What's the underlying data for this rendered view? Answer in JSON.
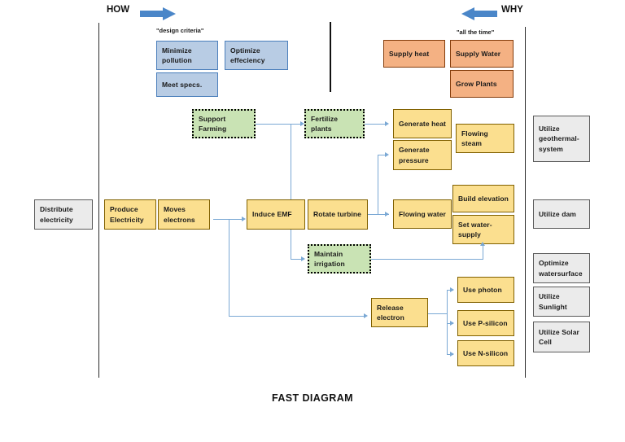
{
  "title": "FAST DIAGRAM",
  "directions": {
    "how": {
      "label": "HOW",
      "icon": "arrow-right-icon"
    },
    "why": {
      "label": "WHY",
      "icon": "arrow-left-icon"
    }
  },
  "captions": {
    "design_criteria": "\"design criteria\"",
    "all_the_time": "\"all the time\""
  },
  "colors": {
    "blue": "#b8cce4",
    "peach": "#f4b183",
    "yellow": "#fbdf8f",
    "green": "#c9e3b4",
    "gray": "#ebebeb",
    "connector": "#7aa8d4",
    "arrow_fill": "#4a86c8"
  },
  "nodes": {
    "design_criteria": [
      {
        "id": "minimize-pollution",
        "label": "Minimize pollution",
        "color": "blue"
      },
      {
        "id": "optimize-effeciency",
        "label": "Optimize effeciency",
        "color": "blue"
      },
      {
        "id": "meet-specs",
        "label": "Meet specs.",
        "color": "blue"
      }
    ],
    "all_the_time": [
      {
        "id": "supply-heat",
        "label": "Supply heat",
        "color": "peach"
      },
      {
        "id": "supply-water",
        "label": "Supply Water",
        "color": "peach"
      },
      {
        "id": "grow-plants",
        "label": "Grow Plants",
        "color": "peach"
      }
    ],
    "basic_functions": [
      {
        "id": "distribute-electricity",
        "label": "Distribute electricity",
        "color": "gray"
      },
      {
        "id": "produce-electricity",
        "label": "Produce Electricity",
        "color": "yellow"
      },
      {
        "id": "moves-electrons",
        "label": "Moves electrons",
        "color": "yellow"
      },
      {
        "id": "induce-emf",
        "label": "Induce EMF",
        "color": "yellow"
      },
      {
        "id": "rotate-turbine",
        "label": "Rotate turbine",
        "color": "yellow"
      }
    ],
    "secondary_functions": [
      {
        "id": "support-farming",
        "label": "Support Farming",
        "color": "green"
      },
      {
        "id": "fertilize-plants",
        "label": "Fertilize plants",
        "color": "green"
      },
      {
        "id": "maintain-irrigation",
        "label": "Maintain irrigation",
        "color": "green"
      },
      {
        "id": "generate-heat",
        "label": "Generate heat",
        "color": "yellow"
      },
      {
        "id": "generate-pressure",
        "label": "Generate pressure",
        "color": "yellow"
      },
      {
        "id": "flowing-steam",
        "label": "Flowing steam",
        "color": "yellow"
      },
      {
        "id": "flowing-water",
        "label": "Flowing water",
        "color": "yellow"
      },
      {
        "id": "build-elevation",
        "label": "Build elevation",
        "color": "yellow"
      },
      {
        "id": "set-water-supply",
        "label": "Set water-supply",
        "color": "yellow"
      },
      {
        "id": "release-electron",
        "label": "Release electron",
        "color": "yellow"
      },
      {
        "id": "use-photon",
        "label": "Use photon",
        "color": "yellow"
      },
      {
        "id": "use-p-silicon",
        "label": "Use P-silicon",
        "color": "yellow"
      },
      {
        "id": "use-n-silicon",
        "label": "Use N-silicon",
        "color": "yellow"
      }
    ],
    "methods": [
      {
        "id": "utilize-geothermal-system",
        "label": "Utilize geothermal-system",
        "color": "gray"
      },
      {
        "id": "utilize-dam",
        "label": "Utilize dam",
        "color": "gray"
      },
      {
        "id": "optimize-water-surface",
        "label": "Optimize watersurface",
        "color": "gray"
      },
      {
        "id": "utilize-sunlight",
        "label": "Utilize Sunlight",
        "color": "gray"
      },
      {
        "id": "utilize-solar-cell",
        "label": "Utilize Solar Cell",
        "color": "gray"
      }
    ]
  }
}
